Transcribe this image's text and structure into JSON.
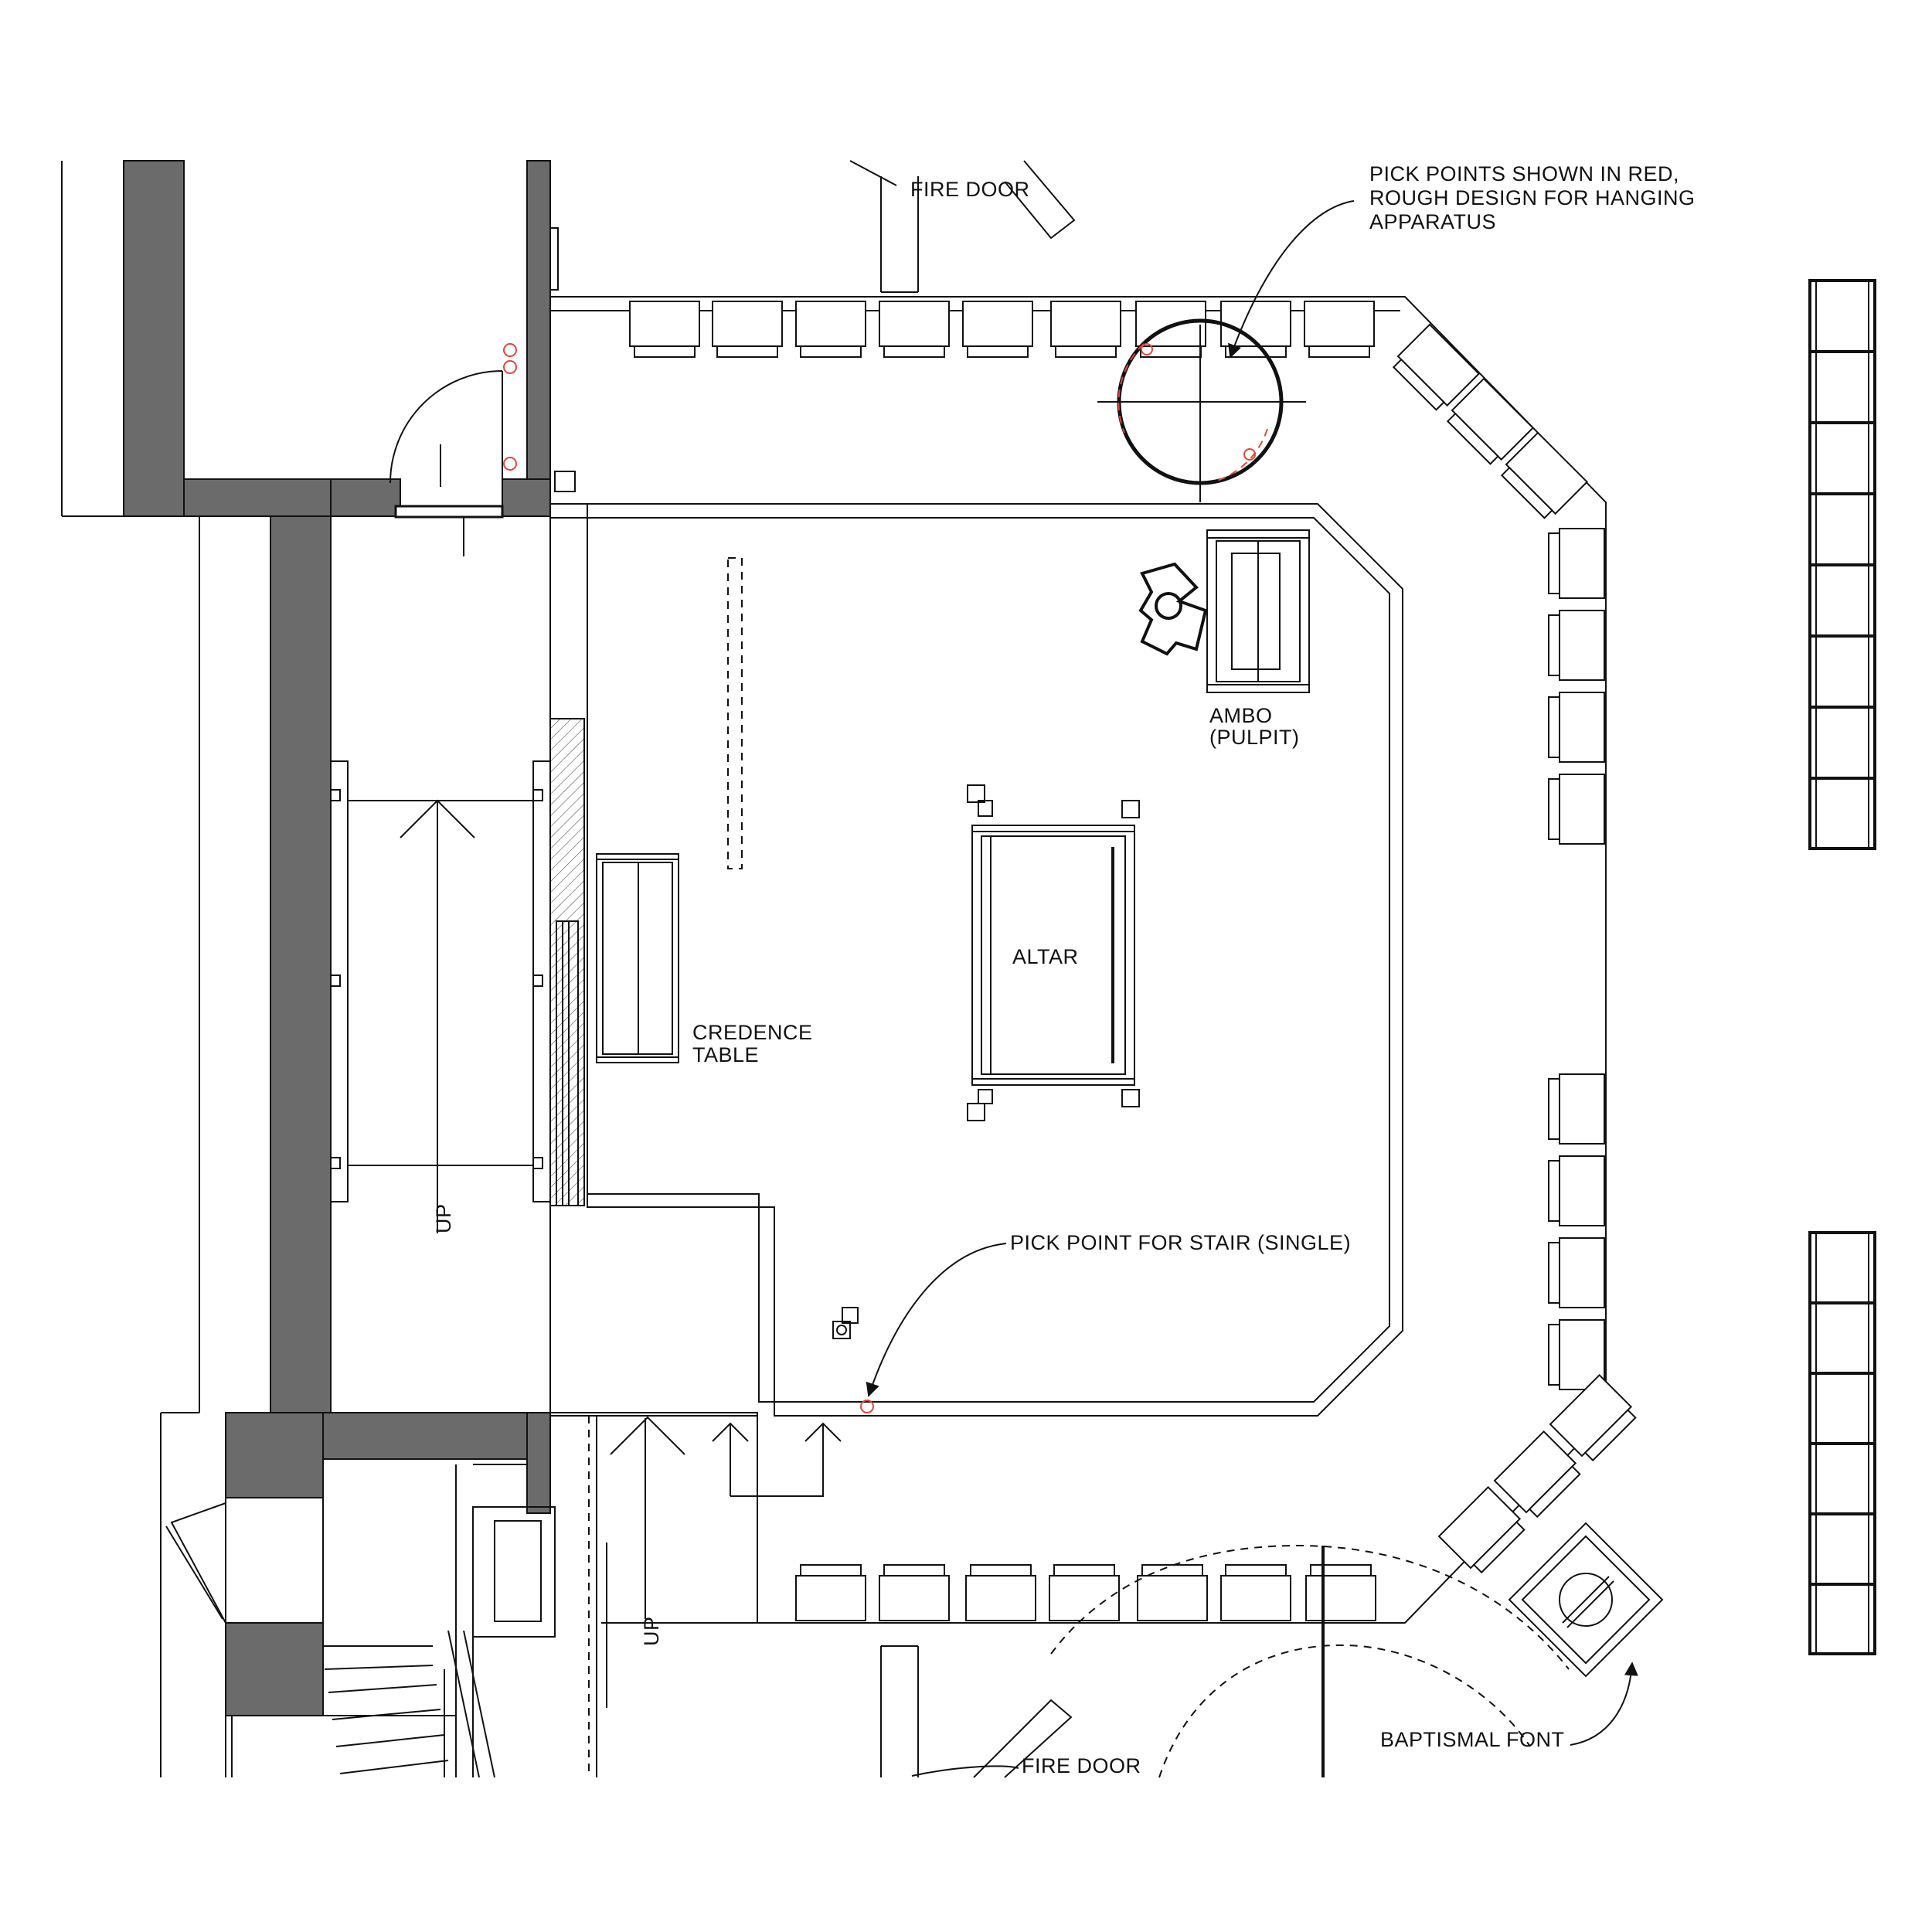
{
  "labels": {
    "fire_door_top": "FIRE DOOR",
    "fire_door_bottom": "FIRE DOOR",
    "pick_points_note": [
      "PICK POINTS SHOWN IN RED,",
      "ROUGH DESIGN FOR HANGING",
      "APPARATUS"
    ],
    "ambo": [
      "AMBO",
      "(PULPIT)"
    ],
    "altar": "ALTAR",
    "credence_table": [
      "CREDENCE",
      "TABLE"
    ],
    "pick_point_stair": "PICK POINT FOR STAIR (SINGLE)",
    "up_left": "UP",
    "up_bottom": "UP",
    "baptismal_font": "BAPTISMAL FONT"
  },
  "colors": {
    "line": "#111111",
    "wall_fill": "#6b6b6b",
    "pick_point_red": "#e0473a",
    "background": "#ffffff"
  }
}
